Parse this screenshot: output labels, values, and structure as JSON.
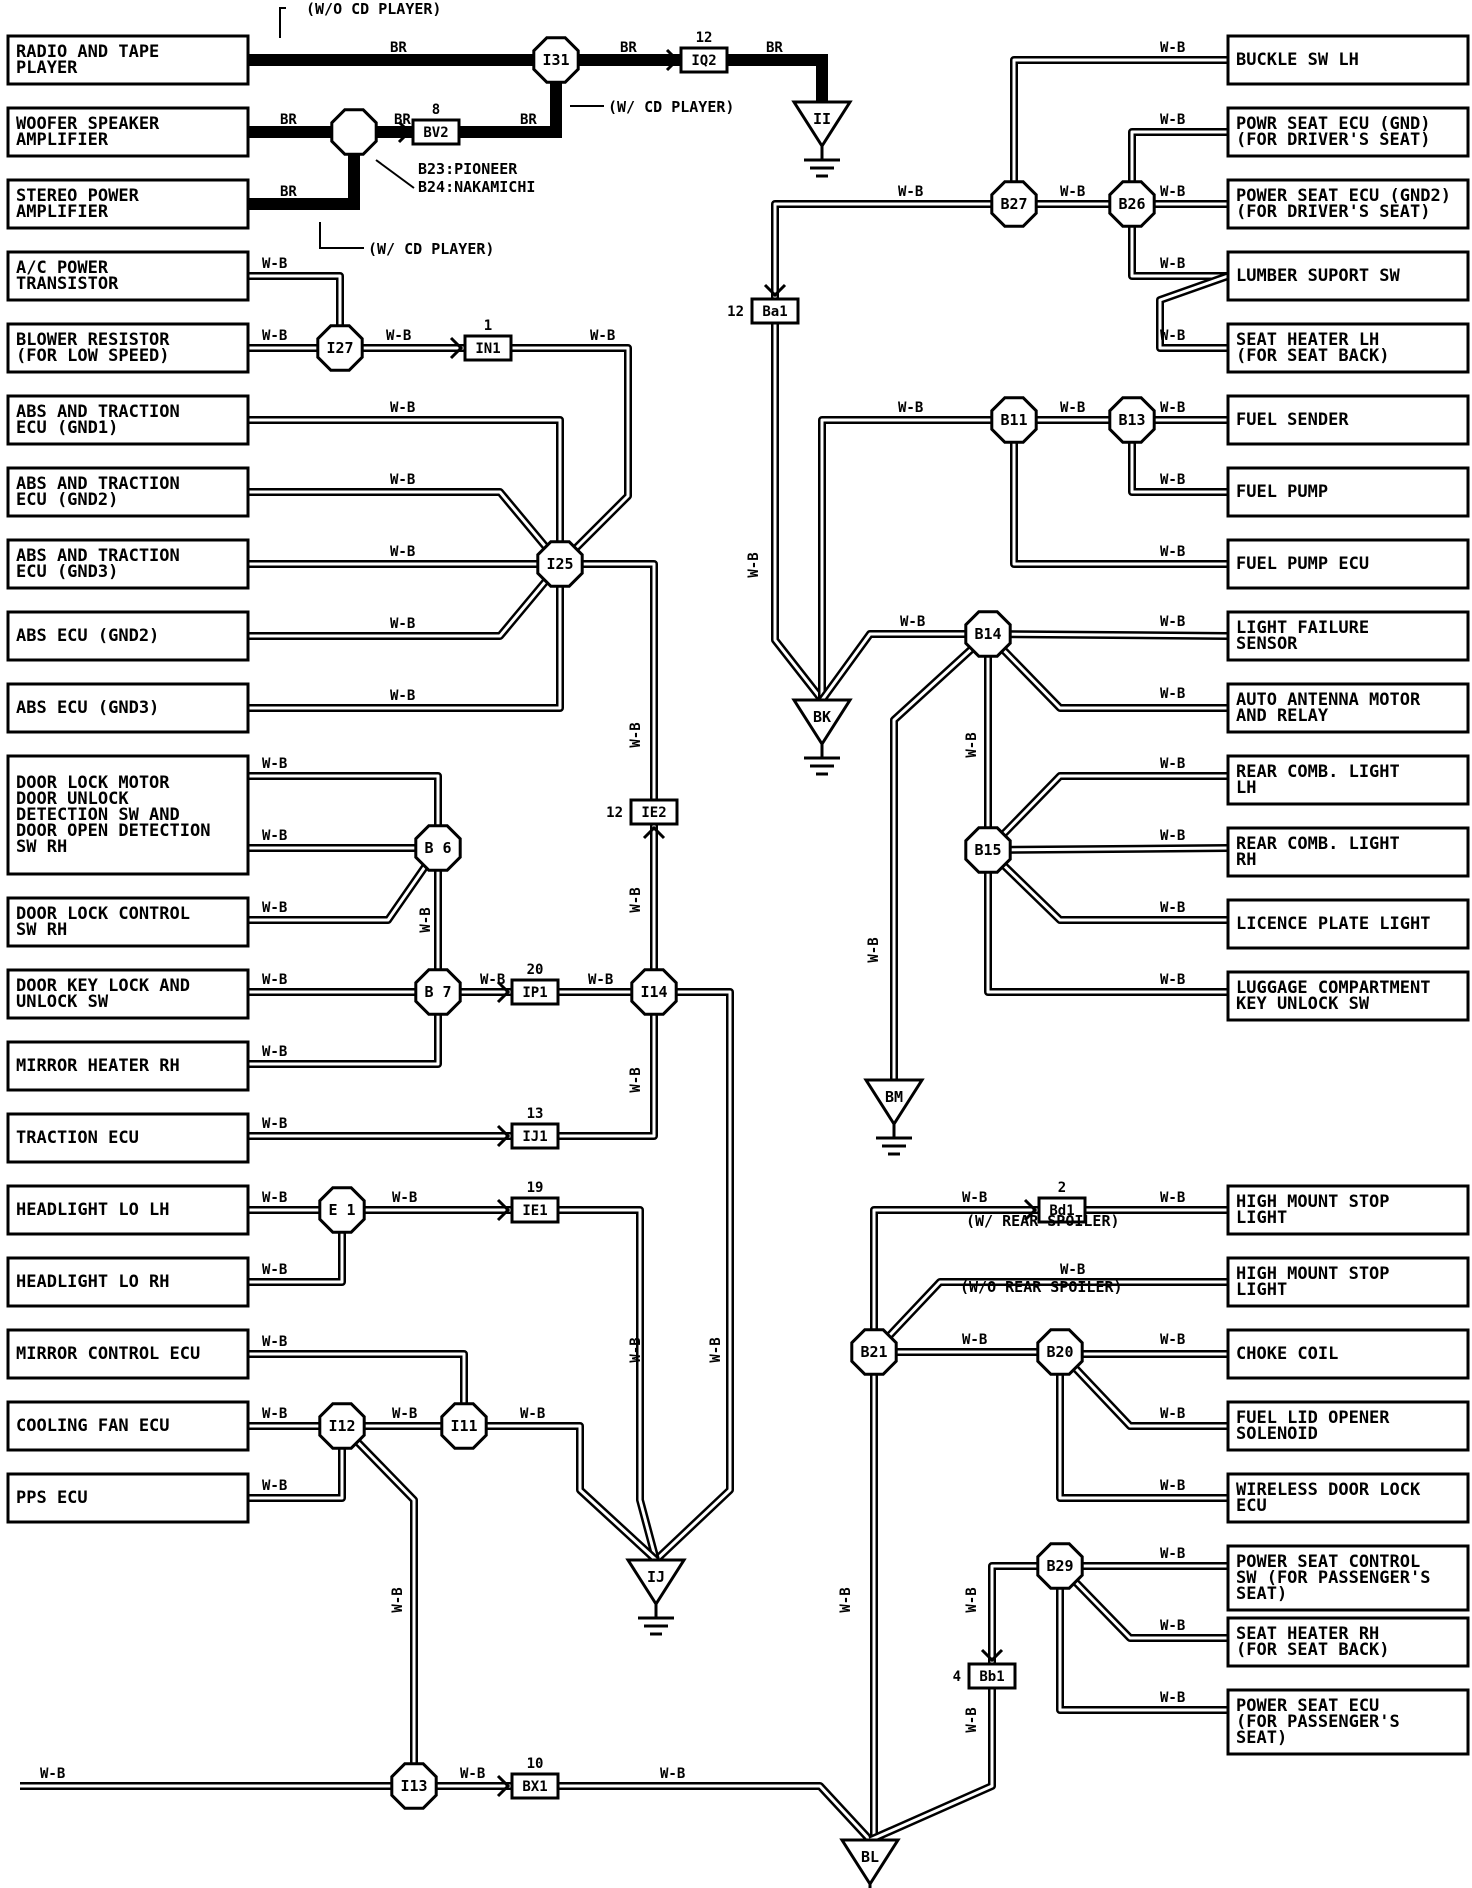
{
  "title": "",
  "wire_colors": {
    "power_black": "BR",
    "ground_white_black": "W-B"
  },
  "notes": {
    "wo_cd": "(W/O CD PLAYER)",
    "w_cd_1": "(W/ CD PLAYER)",
    "w_cd_2": "(W/ CD PLAYER)",
    "pioneer": "B23:PIONEER",
    "nakamichi": "B24:NAKAMICHI",
    "w_spoiler": "(W/ REAR SPOILER)",
    "wo_spoiler": "(W/O REAR SPOILER)"
  },
  "left_boxes": [
    {
      "id": "radio",
      "lines": [
        "RADIO AND TAPE",
        "PLAYER"
      ]
    },
    {
      "id": "woofer",
      "lines": [
        "WOOFER SPEAKER",
        "AMPLIFIER"
      ]
    },
    {
      "id": "stereo",
      "lines": [
        "STEREO POWER",
        "AMPLIFIER"
      ]
    },
    {
      "id": "ac",
      "lines": [
        "A/C POWER",
        "TRANSISTOR"
      ]
    },
    {
      "id": "blower",
      "lines": [
        "BLOWER RESISTOR",
        "(FOR LOW SPEED)"
      ]
    },
    {
      "id": "abs1",
      "lines": [
        "ABS AND TRACTION",
        "ECU (GND1)"
      ]
    },
    {
      "id": "abs2",
      "lines": [
        "ABS AND TRACTION",
        "ECU (GND2)"
      ]
    },
    {
      "id": "abs3",
      "lines": [
        "ABS AND TRACTION",
        "ECU (GND3)"
      ]
    },
    {
      "id": "abs_g2",
      "lines": [
        "ABS ECU (GND2)"
      ]
    },
    {
      "id": "abs_g3",
      "lines": [
        "ABS ECU (GND3)"
      ]
    },
    {
      "id": "doorlock",
      "lines": [
        "DOOR LOCK MOTOR",
        "DOOR UNLOCK",
        "DETECTION SW AND",
        "DOOR OPEN DETECTION",
        "SW RH"
      ]
    },
    {
      "id": "doorctrl",
      "lines": [
        "DOOR LOCK CONTROL",
        "SW RH"
      ]
    },
    {
      "id": "doorkey",
      "lines": [
        "DOOR KEY LOCK AND",
        "UNLOCK SW"
      ]
    },
    {
      "id": "mirrorheat",
      "lines": [
        "MIRROR HEATER RH"
      ]
    },
    {
      "id": "traction",
      "lines": [
        "TRACTION ECU"
      ]
    },
    {
      "id": "hllh",
      "lines": [
        "HEADLIGHT LO LH"
      ]
    },
    {
      "id": "hlrh",
      "lines": [
        "HEADLIGHT LO RH"
      ]
    },
    {
      "id": "mirrorctl",
      "lines": [
        "MIRROR CONTROL ECU"
      ]
    },
    {
      "id": "cooling",
      "lines": [
        "COOLING FAN ECU"
      ]
    },
    {
      "id": "pps",
      "lines": [
        "PPS ECU"
      ]
    }
  ],
  "right_boxes": [
    {
      "id": "buckle",
      "lines": [
        "BUCKLE SW LH"
      ]
    },
    {
      "id": "pseat1",
      "lines": [
        "POWR SEAT ECU (GND)",
        "(FOR DRIVER'S SEAT)"
      ]
    },
    {
      "id": "pseat2",
      "lines": [
        "POWER SEAT ECU (GND2)",
        "(FOR DRIVER'S SEAT)"
      ]
    },
    {
      "id": "lumber",
      "lines": [
        "LUMBER SUPORT SW"
      ]
    },
    {
      "id": "seatlh",
      "lines": [
        "SEAT HEATER LH",
        "(FOR SEAT BACK)"
      ]
    },
    {
      "id": "fuelsend",
      "lines": [
        "FUEL SENDER"
      ]
    },
    {
      "id": "fuelpump",
      "lines": [
        "FUEL PUMP"
      ]
    },
    {
      "id": "fuelecu",
      "lines": [
        "FUEL PUMP ECU"
      ]
    },
    {
      "id": "lightfail",
      "lines": [
        "LIGHT FAILURE",
        "SENSOR"
      ]
    },
    {
      "id": "antenna",
      "lines": [
        "AUTO ANTENNA MOTOR",
        "AND RELAY"
      ]
    },
    {
      "id": "rearlh",
      "lines": [
        "REAR COMB. LIGHT",
        "LH"
      ]
    },
    {
      "id": "rearrh",
      "lines": [
        "REAR COMB. LIGHT",
        "RH"
      ]
    },
    {
      "id": "licence",
      "lines": [
        "LICENCE PLATE LIGHT"
      ]
    },
    {
      "id": "luggage",
      "lines": [
        "LUGGAGE COMPARTMENT",
        "KEY UNLOCK SW"
      ]
    },
    {
      "id": "hms1",
      "lines": [
        "HIGH MOUNT STOP",
        "LIGHT"
      ]
    },
    {
      "id": "hms2",
      "lines": [
        "HIGH MOUNT STOP",
        "LIGHT"
      ]
    },
    {
      "id": "choke",
      "lines": [
        "CHOKE COIL"
      ]
    },
    {
      "id": "fuellid",
      "lines": [
        "FUEL LID OPENER",
        "SOLENOID"
      ]
    },
    {
      "id": "wireless",
      "lines": [
        "WIRELESS DOOR LOCK",
        "ECU"
      ]
    },
    {
      "id": "pscontrol",
      "lines": [
        "POWER SEAT CONTROL",
        "SW (FOR PASSENGER'S",
        "SEAT)"
      ]
    },
    {
      "id": "seatrh",
      "lines": [
        "SEAT HEATER RH",
        "(FOR SEAT BACK)"
      ]
    },
    {
      "id": "psecu",
      "lines": [
        "POWER SEAT ECU",
        "(FOR PASSENGER'S",
        "SEAT)"
      ]
    }
  ],
  "junctions": [
    "I31",
    "I27",
    "I25",
    "B 6",
    "B 7",
    "I14",
    "E 1",
    "I11",
    "I12",
    "I13",
    "B27",
    "B26",
    "B11",
    "B13",
    "B14",
    "B15",
    "B21",
    "B20",
    "B29"
  ],
  "splice_unlabeled": "",
  "connectors": [
    {
      "id": "IQ2",
      "pin": "12"
    },
    {
      "id": "BV2",
      "pin": "8"
    },
    {
      "id": "IN1",
      "pin": "1"
    },
    {
      "id": "IE2",
      "pin": "12"
    },
    {
      "id": "IP1",
      "pin": "20"
    },
    {
      "id": "IJ1",
      "pin": "13"
    },
    {
      "id": "IE1",
      "pin": "19"
    },
    {
      "id": "BX1",
      "pin": "10"
    },
    {
      "id": "Ba1",
      "pin": "12"
    },
    {
      "id": "Bd1",
      "pin": "2"
    },
    {
      "id": "Bb1",
      "pin": "4"
    }
  ],
  "grounds": [
    "II",
    "BK",
    "BM",
    "IJ",
    "BL"
  ]
}
